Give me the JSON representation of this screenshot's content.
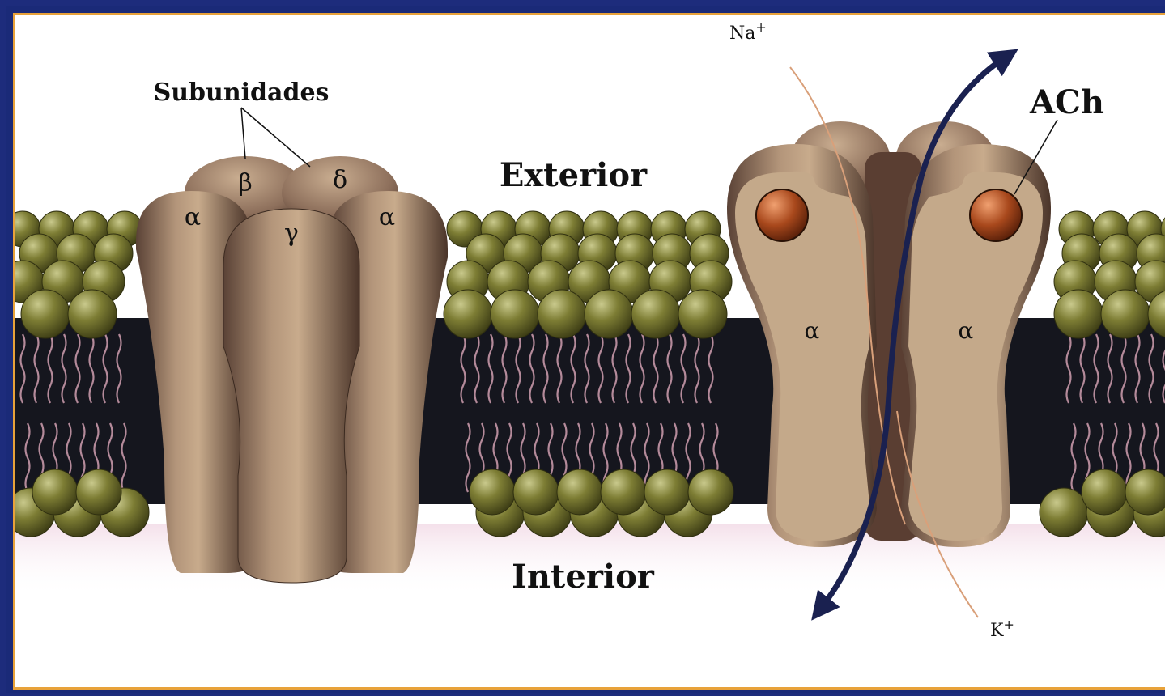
{
  "labels": {
    "subunits": "Subunidades",
    "exterior": "Exterior",
    "interior": "Interior",
    "ach": "ACh",
    "na": "Na",
    "na_sup": "+",
    "k": "K",
    "k_sup": "+"
  },
  "subunit_labels": {
    "beta": "β",
    "delta": "δ",
    "alpha_left": "α",
    "alpha_right": "α",
    "gamma": "γ"
  },
  "section_labels": {
    "alpha_left": "α",
    "alpha_right": "α"
  },
  "colors": {
    "frame_blue": "#1d2c7c",
    "frame_orange": "#e8a23a",
    "lipid_head": "#7a7a32",
    "bilayer_core": "#15161e",
    "lipid_tail": "#b48a9a",
    "protein": "#8c7260",
    "protein_section": "#c4a98a",
    "ach_ball": "#a0441a",
    "flow_arrow": "#1a2150",
    "ion_line": "#d9a07a"
  }
}
